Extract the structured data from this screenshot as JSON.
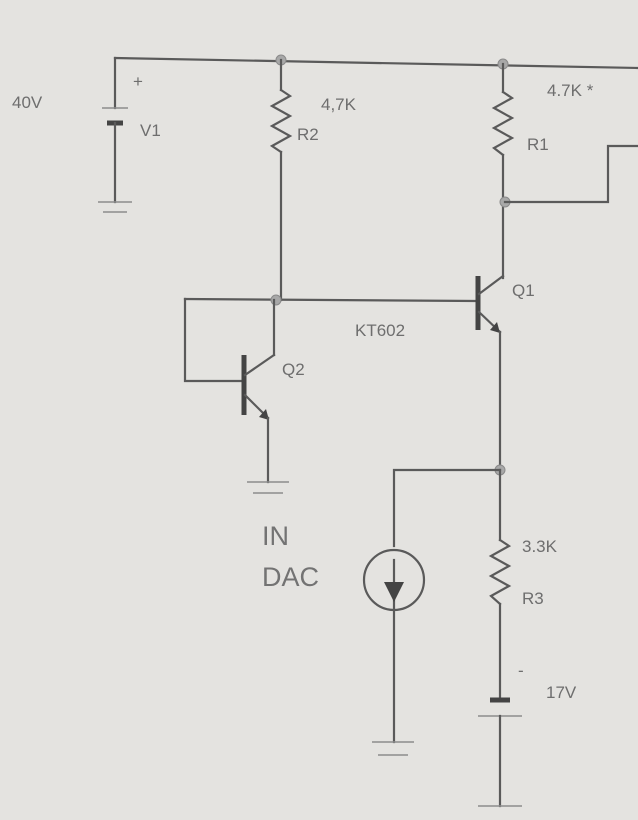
{
  "components": {
    "v1": {
      "name": "V1",
      "value": "40V",
      "polarity": "+"
    },
    "r2": {
      "name": "R2",
      "value": "4,7K"
    },
    "r1": {
      "name": "R1",
      "value": "4.7K *"
    },
    "q1": {
      "name": "Q1",
      "part": "KT602"
    },
    "q2": {
      "name": "Q2"
    },
    "r3": {
      "name": "R3",
      "value": "3.3K"
    },
    "v2": {
      "value": "17V",
      "polarity": "-"
    },
    "input": {
      "line1": "IN",
      "line2": "DAC"
    }
  }
}
